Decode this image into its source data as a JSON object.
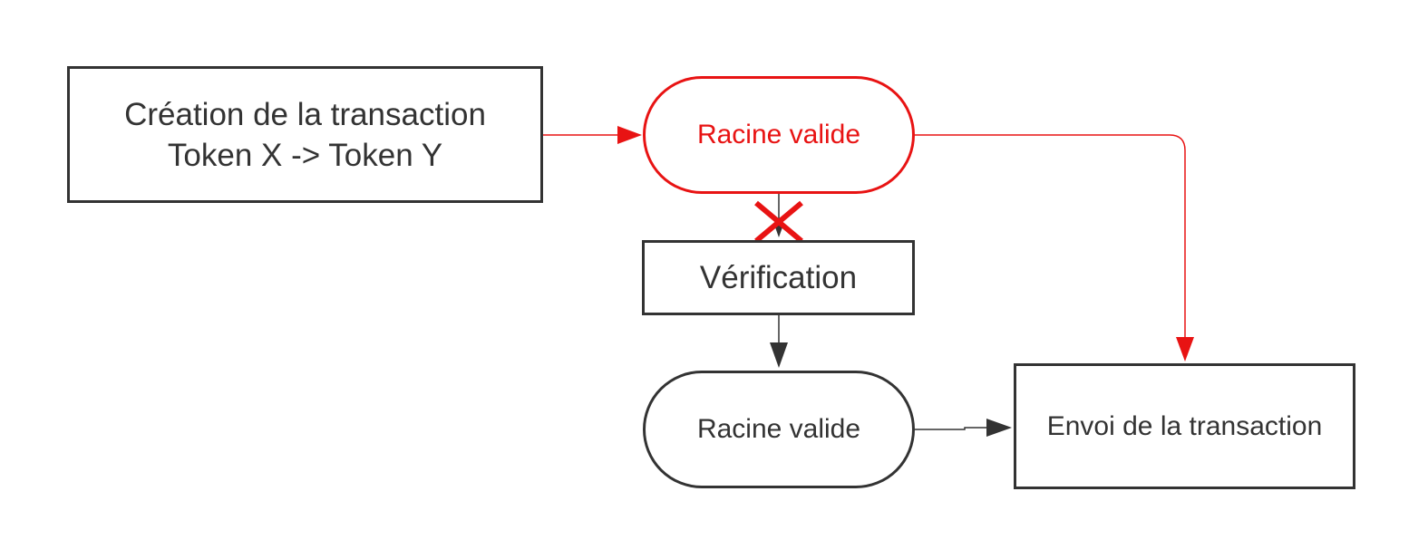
{
  "colors": {
    "stroke": "#333333",
    "highlight": "#e81313",
    "background": "#ffffff"
  },
  "nodes": {
    "creation": {
      "line1": "Création de la transaction",
      "line2": "Token X -> Token Y"
    },
    "racine_top": {
      "label": "Racine valide"
    },
    "verification": {
      "label": "Vérification"
    },
    "racine_bottom": {
      "label": "Racine valide"
    },
    "envoi": {
      "label": "Envoi de la transaction"
    }
  },
  "icons": {
    "blocked": "cross-icon"
  }
}
